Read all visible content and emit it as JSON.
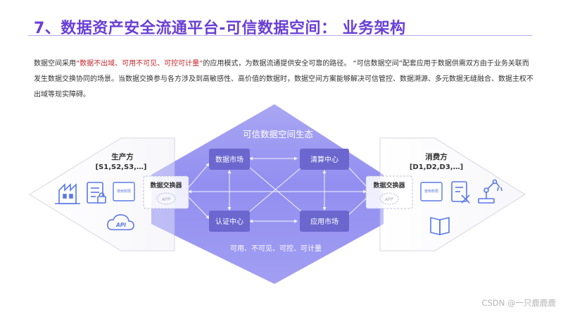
{
  "title": "7、数据资产安全流通平台-可信数据空间：  业务架构",
  "intro": {
    "lead": "数据空间采用",
    "highlight": "“数据不出域、可用不可见、可控可计量”",
    "rest": "的应用模式，为数据流通提供安全可靠的路径。  “可信数据空间”配套应用于数据供需双方由于业务关联而发生数据交换协同的场景。当数据交换参与各方涉及到高敏感性、高价值的数据时，数据空间方案能够解决可信管控、数据溯源、多元数据无缝融合、数据主权不出域等现实障碍。"
  },
  "diagram": {
    "ecosystem_label": "可信数据空间生态",
    "bottom_label": "可用、不可见、可控、可计量",
    "nodes": {
      "data_market": "数据市场",
      "clearing_center": "清算中心",
      "auth_center": "认证中心",
      "app_market": "应用市场"
    },
    "producer": {
      "title": "生产方",
      "ids": "[S1,S2,S3,…]",
      "exchanger": "数据交换器",
      "app_badge": "APP",
      "license_label": "使用权限",
      "api_label": "API",
      "icons": [
        "factory-icon",
        "locked-document-icon",
        "usage-permit-icon",
        "cloud-api-icon"
      ]
    },
    "consumer": {
      "title": "消费方",
      "ids": "[D1,D2,D3,…]",
      "exchanger": "数据交换器",
      "app_badge": "APP",
      "license_label": "使用权限",
      "icons": [
        "usage-permit-icon",
        "rejected-document-icon",
        "robot-arm-icon",
        "book-icon"
      ]
    },
    "colors": {
      "violet": "#8f8cf0",
      "node_fill": "#6b67cf",
      "icon_blue": "#5a78e6",
      "panel_border": "#d6d6e0"
    }
  },
  "watermark": "CSDN @一只鹿鹿鹿"
}
